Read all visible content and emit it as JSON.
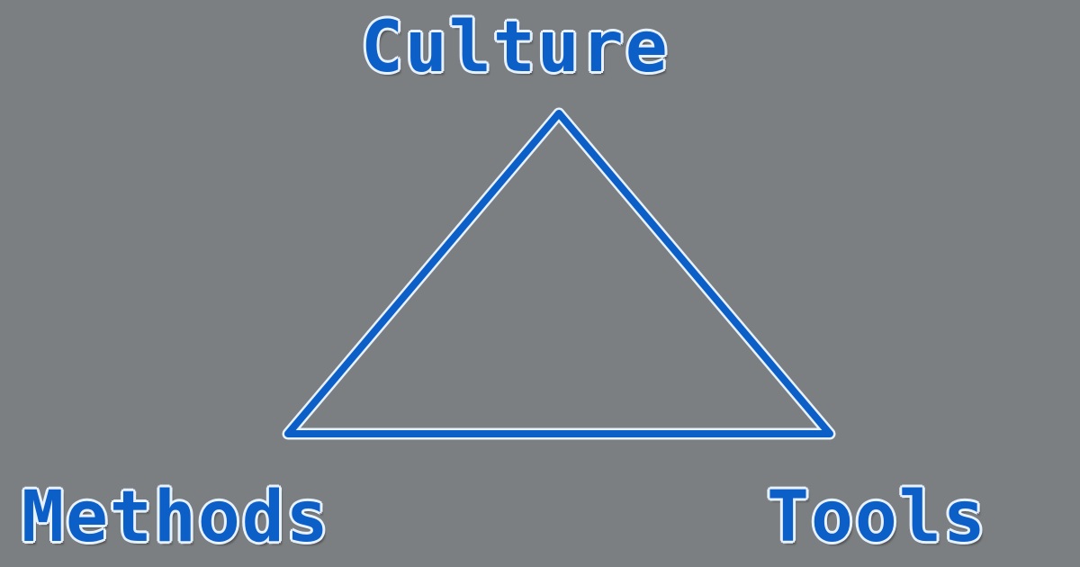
{
  "diagram": {
    "nodes": {
      "top": "Culture",
      "bottom_left": "Methods",
      "bottom_right": "Tools"
    },
    "colors": {
      "background": "#7c7f81",
      "stroke": "#0d5fc8",
      "outline": "#e8f2ff"
    }
  }
}
